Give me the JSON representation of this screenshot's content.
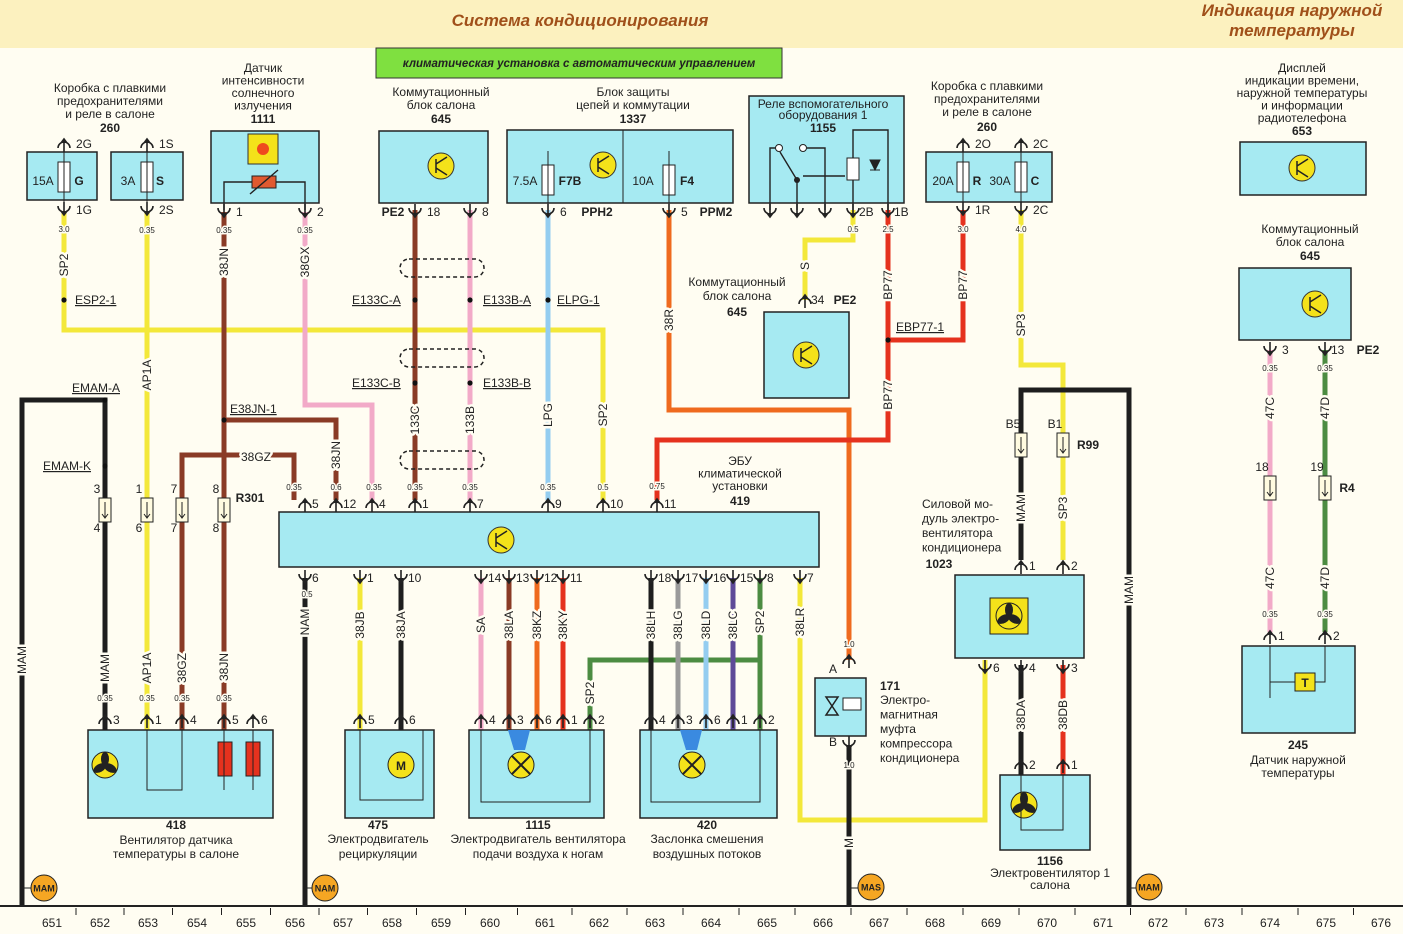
{
  "header": {
    "title": "Система кондиционирования",
    "right_title_1": "Индикация наружной",
    "right_title_2": "температуры",
    "subtitle": "климатическая установка с автоматическим управлением"
  },
  "colors": {
    "yellow": "#f3e83a",
    "brown": "#8a3b26",
    "pink": "#f2aac8",
    "lightblue": "#94cdf0",
    "orange": "#ef6a1e",
    "red": "#e5321e",
    "black": "#1e1e1e",
    "green": "#4c8c42",
    "grey": "#9a9a9a",
    "purple": "#5e4a98",
    "component": "#a6eaf2",
    "header_band": "#fcf1bf",
    "subtitle_box": "#7fe040",
    "ground": "#f5a623"
  },
  "components": {
    "c260a": {
      "lines": [
        "Коробка с плавкими",
        "предохранителями",
        "и реле в салоне"
      ],
      "number": "260",
      "fuses": [
        {
          "rating": "15A",
          "id": "G",
          "pin_in": "2G",
          "pin_out": "1G"
        },
        {
          "rating": "3A",
          "id": "S",
          "pin_in": "1S",
          "pin_out": "2S"
        }
      ]
    },
    "c1111": {
      "lines": [
        "Датчик",
        "интенсивности",
        "солнечного",
        "излучения"
      ],
      "number": "1111",
      "pins": [
        "1",
        "2"
      ]
    },
    "c645a": {
      "lines": [
        "Коммутационный",
        "блок салона"
      ],
      "number": "645",
      "connector": "PE2",
      "pins": [
        "18",
        "8"
      ]
    },
    "c1337": {
      "lines": [
        "Блок защиты",
        "цепей и коммутации"
      ],
      "number": "1337",
      "fuses": [
        {
          "rating": "7.5A",
          "id": "F7B",
          "pin": "6",
          "connector": "PPH2"
        },
        {
          "rating": "10A",
          "id": "F4",
          "pin": "5",
          "connector": "PPM2"
        }
      ]
    },
    "c1155": {
      "lines": [
        "Реле вспомогательного",
        "оборудования 1"
      ],
      "number": "1155",
      "pins": [
        "2B",
        "1B"
      ]
    },
    "c260b": {
      "lines": [
        "Коробка с плавкими",
        "предохранителями",
        "и реле в салоне"
      ],
      "number": "260",
      "fuses": [
        {
          "rating": "20A",
          "id": "R",
          "pin_in": "2O",
          "pin_out": "1R"
        },
        {
          "rating": "30A",
          "id": "C",
          "pin_in": "2C",
          "pin_out": "2C"
        }
      ]
    },
    "c653": {
      "lines": [
        "Дисплей",
        "индикации времени,",
        "наружной температуры",
        "и информации",
        "радиотелефона"
      ],
      "number": "653"
    },
    "c645b": {
      "lines": [
        "Коммутационный",
        "блок салона"
      ],
      "number": "645",
      "connector": "PE2",
      "pins": [
        "3",
        "13"
      ]
    },
    "c645c": {
      "lines": [
        "Коммутационный",
        "блок салона"
      ],
      "number": "645",
      "connector": "PE2",
      "pins": [
        "34"
      ]
    },
    "c419": {
      "lines": [
        "ЭБУ",
        "климатической",
        "установки"
      ],
      "number": "419",
      "pins_top": [
        "5",
        "12",
        "4",
        "1",
        "7",
        "9",
        "10",
        "11"
      ],
      "pins_bottom": [
        "6",
        "1",
        "10",
        "14",
        "13",
        "12",
        "11",
        "18",
        "17",
        "16",
        "15",
        "8",
        "7"
      ]
    },
    "c418": {
      "lines": [
        "Вентилятор датчика",
        "температуры в салоне"
      ],
      "number": "418",
      "pins": [
        "3",
        "1",
        "4",
        "5",
        "6"
      ]
    },
    "c475": {
      "lines": [
        "Электродвигатель",
        "рециркуляции"
      ],
      "number": "475",
      "pins": [
        "5",
        "6"
      ],
      "motor": "M"
    },
    "c1115": {
      "lines": [
        "Электродвигатель вентилятора",
        "подачи воздуха к ногам"
      ],
      "number": "1115",
      "pins": [
        "4",
        "3",
        "6",
        "1",
        "2"
      ]
    },
    "c420": {
      "lines": [
        "Заслонка смешения",
        "воздушных потоков"
      ],
      "number": "420",
      "pins": [
        "4",
        "3",
        "6",
        "1",
        "2"
      ]
    },
    "c171": {
      "lines": [
        "Электро-",
        "магнитная",
        "муфта",
        "компрессора",
        "кондиционера"
      ],
      "number": "171",
      "pins": [
        "A",
        "B"
      ]
    },
    "c1023": {
      "lines": [
        "Силовой мо-",
        "дуль электро-",
        "вентилятора",
        "кондиционера"
      ],
      "number": "1023",
      "pins": [
        "1",
        "2",
        "6",
        "4",
        "3"
      ]
    },
    "c1156": {
      "lines": [
        "Электровентилятор 1",
        "салона"
      ],
      "number": "1156",
      "pins": [
        "2",
        "1"
      ]
    },
    "c245": {
      "lines": [
        "Датчик наружной",
        "температуры"
      ],
      "number": "245",
      "pins": [
        "1",
        "2"
      ],
      "sensor": "T"
    }
  },
  "wires": [
    {
      "label": "SP2",
      "color": "yellow",
      "gauges": [
        "3.0",
        "0.5"
      ]
    },
    {
      "label": "AP1A",
      "color": "yellow",
      "gauges": [
        "0.35",
        "0.35"
      ]
    },
    {
      "label": "38JN",
      "color": "brown",
      "gauges": [
        "0.35",
        "0.35"
      ]
    },
    {
      "label": "38GX",
      "color": "pink",
      "gauges": [
        "0.35",
        "0.35"
      ]
    },
    {
      "label": "38JN",
      "color": "brown",
      "gauges": [
        "0.6"
      ]
    },
    {
      "label": "38GZ",
      "color": "brown",
      "gauges": [
        "0.35",
        "0.35"
      ]
    },
    {
      "label": "MAM",
      "color": "black",
      "gauges": [
        "0.35"
      ]
    },
    {
      "label": "133C",
      "color": "brown",
      "gauges": [
        "0.35"
      ]
    },
    {
      "label": "133B",
      "color": "pink",
      "gauges": [
        "0.35"
      ]
    },
    {
      "label": "LPG",
      "color": "lightblue",
      "gauges": [
        "0.35"
      ]
    },
    {
      "label": "38R",
      "color": "orange",
      "gauges": [
        "1.0"
      ]
    },
    {
      "label": "BP77",
      "color": "red",
      "gauges": [
        "2.5",
        "0.75"
      ]
    },
    {
      "label": "BP77",
      "color": "red",
      "gauges": [
        "3.0"
      ]
    },
    {
      "label": "S",
      "color": "yellow",
      "gauges": [
        "0.5"
      ]
    },
    {
      "label": "SP3",
      "color": "yellow",
      "gauges": [
        "4.0"
      ]
    },
    {
      "label": "MAM",
      "color": "black",
      "gauges": []
    },
    {
      "label": "47C",
      "color": "pink",
      "gauges": [
        "0.35",
        "0.35"
      ]
    },
    {
      "label": "47D",
      "color": "green",
      "gauges": [
        "0.35",
        "0.35"
      ]
    },
    {
      "label": "NAM",
      "color": "black",
      "gauges": [
        "0.5"
      ]
    },
    {
      "label": "38JB",
      "color": "yellow",
      "gauges": []
    },
    {
      "label": "38JA",
      "color": "black",
      "gauges": []
    },
    {
      "label": "SA",
      "color": "pink",
      "gauges": []
    },
    {
      "label": "38LA",
      "color": "brown",
      "gauges": []
    },
    {
      "label": "38KZ",
      "color": "orange",
      "gauges": []
    },
    {
      "label": "38KY",
      "color": "red",
      "gauges": []
    },
    {
      "label": "SP2",
      "color": "green",
      "gauges": []
    },
    {
      "label": "38LH",
      "color": "black",
      "gauges": []
    },
    {
      "label": "38LG",
      "color": "grey",
      "gauges": []
    },
    {
      "label": "38LD",
      "color": "lightblue",
      "gauges": []
    },
    {
      "label": "38LC",
      "color": "purple",
      "gauges": []
    },
    {
      "label": "SP2",
      "color": "green",
      "gauges": []
    },
    {
      "label": "38LR",
      "color": "yellow",
      "gauges": []
    },
    {
      "label": "M",
      "color": "black",
      "gauges": [
        "1.0"
      ]
    },
    {
      "label": "38DA",
      "color": "black",
      "gauges": []
    },
    {
      "label": "38DB",
      "color": "red",
      "gauges": []
    }
  ],
  "splices": [
    "ESP2-1",
    "E133C-A",
    "E133B-A",
    "ELPG-1",
    "E133C-B",
    "E133B-B",
    "EBP77-1",
    "E38JN-1",
    "EMAM-A",
    "EMAM-K"
  ],
  "connectors": {
    "R301": {
      "label": "R301",
      "pins_top": [
        "3",
        "1",
        "7",
        "8"
      ],
      "pins_bottom": [
        "4",
        "6",
        "7",
        "8"
      ]
    },
    "R99": {
      "label": "R99",
      "pins": [
        "B5",
        "B1"
      ]
    },
    "R4": {
      "label": "R4",
      "pins": [
        "18",
        "19"
      ]
    }
  },
  "grounds": [
    "MAM",
    "NAM",
    "MAS",
    "MAM"
  ],
  "grid": [
    "651",
    "652",
    "653",
    "654",
    "655",
    "656",
    "657",
    "658",
    "659",
    "660",
    "661",
    "662",
    "663",
    "664",
    "665",
    "666",
    "667",
    "668",
    "669",
    "670",
    "671",
    "672",
    "673",
    "674",
    "675",
    "676"
  ]
}
